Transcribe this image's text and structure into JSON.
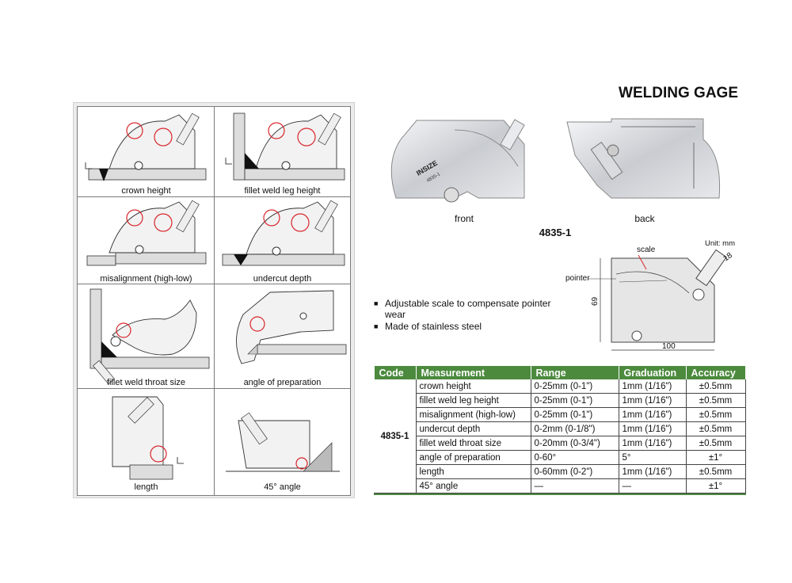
{
  "title": "WELDING GAGE",
  "diagrams": [
    {
      "label": "crown height"
    },
    {
      "label": "fillet weld leg height"
    },
    {
      "label": "misalignment (high-low)"
    },
    {
      "label": "undercut depth"
    },
    {
      "label": "fillet weld throat size"
    },
    {
      "label": "angle of preparation"
    },
    {
      "label": "length"
    },
    {
      "label": "45° angle"
    }
  ],
  "photos": {
    "front_label": "front",
    "back_label": "back",
    "model": "4835-1",
    "brand": "INSIZE",
    "engraved_model": "4835-1"
  },
  "drawing": {
    "unit": "Unit: mm",
    "scale_label": "scale",
    "pointer_label": "pointer",
    "dim_height": "69",
    "dim_width": "100",
    "dim_top": "18"
  },
  "features": [
    "Adjustable scale to compensate pointer wear",
    "Made of stainless steel"
  ],
  "table": {
    "headers": [
      "Code",
      "Measurement",
      "Range",
      "Graduation",
      "Accuracy"
    ],
    "code": "4835-1",
    "rows": [
      {
        "measurement": "crown height",
        "range": "0-25mm (0-1\")",
        "graduation": "1mm (1/16\")",
        "accuracy": "±0.5mm"
      },
      {
        "measurement": "fillet weld leg height",
        "range": "0-25mm (0-1\")",
        "graduation": "1mm (1/16\")",
        "accuracy": "±0.5mm"
      },
      {
        "measurement": "misalignment (high-low)",
        "range": "0-25mm (0-1\")",
        "graduation": "1mm (1/16\")",
        "accuracy": "±0.5mm"
      },
      {
        "measurement": "undercut depth",
        "range": "0-2mm (0-1/8\")",
        "graduation": "1mm (1/16\")",
        "accuracy": "±0.5mm"
      },
      {
        "measurement": "fillet weld throat size",
        "range": "0-20mm (0-3/4\")",
        "graduation": "1mm (1/16\")",
        "accuracy": "±0.5mm"
      },
      {
        "measurement": "angle of preparation",
        "range": "0-60°",
        "graduation": "5°",
        "accuracy": "±1°"
      },
      {
        "measurement": "length",
        "range": "0-60mm (0-2\")",
        "graduation": "1mm (1/16\")",
        "accuracy": "±0.5mm"
      },
      {
        "measurement": "45° angle",
        "range": "—",
        "graduation": "—",
        "accuracy": "±1°"
      }
    ]
  },
  "colors": {
    "table_header": "#4c8a3e",
    "highlight": "#d8262c"
  }
}
